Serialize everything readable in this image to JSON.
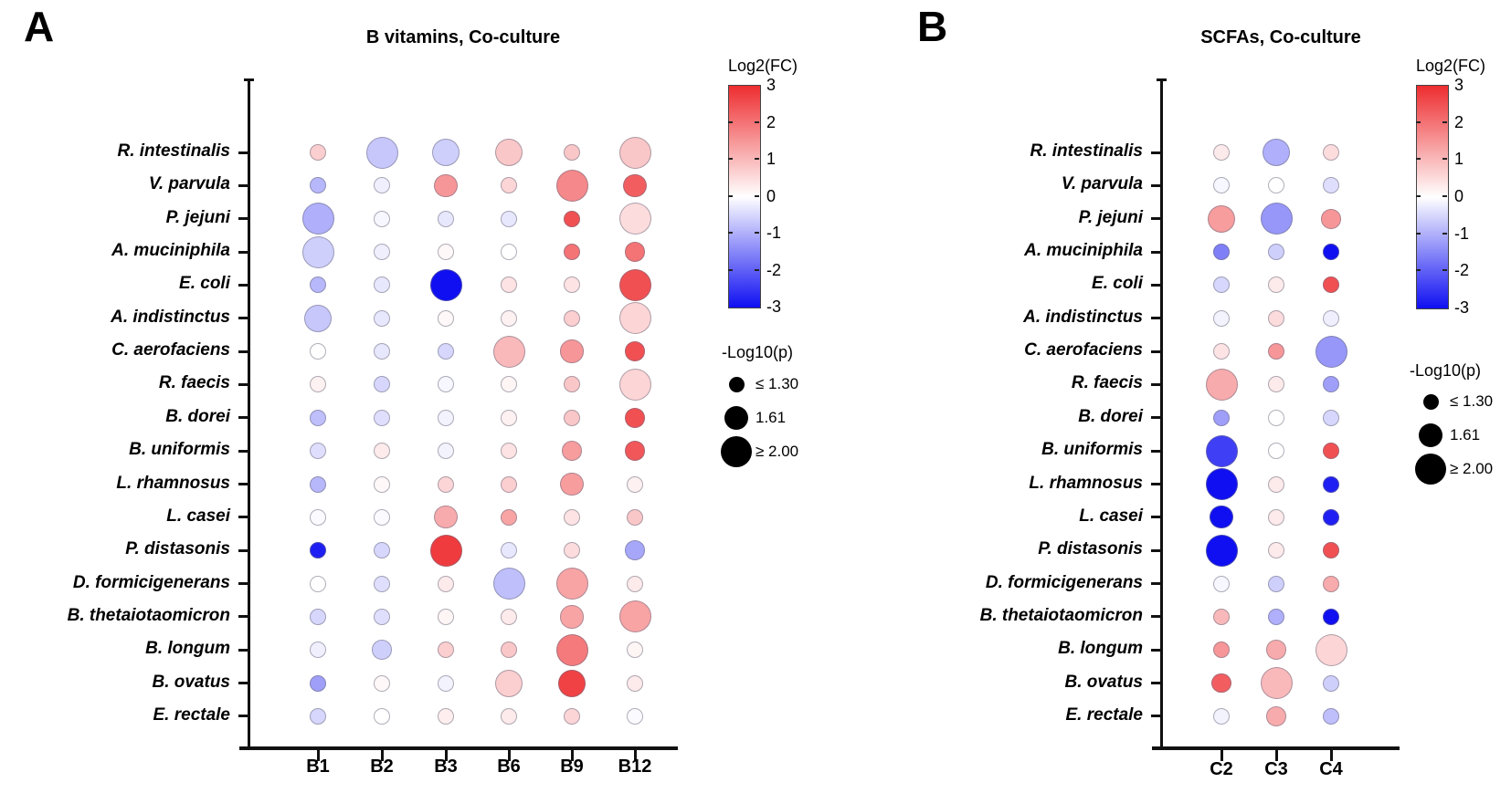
{
  "legend": {
    "color_title": "Log2(FC)",
    "color_ticks": [
      3,
      2,
      1,
      0,
      -1,
      -2,
      -3
    ],
    "color_max_hex": "#ee2d30",
    "color_mid_hex": "#ffffff",
    "color_min_hex": "#0f0ff2",
    "size_title": "-Log10(p)",
    "size_labels": [
      "≤  1.30",
      "1.61",
      "≥  2.00"
    ],
    "size_values": [
      1.3,
      1.61,
      2.0
    ]
  },
  "chart_data": [
    {
      "panel_label": "A",
      "type": "bubble",
      "title": "B vitamins, Co-culture",
      "color_encodes": "Log2(FC)",
      "size_encodes": "-Log10(p)",
      "x_categories": [
        "B1",
        "B2",
        "B3",
        "B6",
        "B9",
        "B12"
      ],
      "y_categories": [
        "R. intestinalis",
        "V. parvula",
        "P. jejuni",
        "A. muciniphila",
        "E. coli",
        "A. indistinctus",
        "C. aerofaciens",
        "R. faecis",
        "B. dorei",
        "B. uniformis",
        "L. rhamnosus",
        "L. casei",
        "P. distasonis",
        "D. formicigenerans",
        "B. thetaiotaomicron",
        "B. longum",
        "B. ovatus",
        "E. rectale"
      ],
      "cells_format": [
        "log2fc",
        "neg_log10_p"
      ],
      "cells": [
        [
          [
            0.7,
            1.3
          ],
          [
            -0.7,
            2.0
          ],
          [
            -0.6,
            1.8
          ],
          [
            0.8,
            1.8
          ],
          [
            0.8,
            1.3
          ],
          [
            0.8,
            2.0
          ]
        ],
        [
          [
            -0.9,
            1.3
          ],
          [
            -0.2,
            1.3
          ],
          [
            1.5,
            1.6
          ],
          [
            0.6,
            1.3
          ],
          [
            1.7,
            2.0
          ],
          [
            2.3,
            1.6
          ]
        ],
        [
          [
            -1.0,
            2.0
          ],
          [
            -0.1,
            1.3
          ],
          [
            -0.3,
            1.3
          ],
          [
            -0.3,
            1.3
          ],
          [
            2.5,
            1.3
          ],
          [
            0.5,
            2.0
          ]
        ],
        [
          [
            -0.6,
            2.0
          ],
          [
            -0.2,
            1.3
          ],
          [
            0.1,
            1.3
          ],
          [
            0.0,
            1.3
          ],
          [
            2.0,
            1.3
          ],
          [
            2.0,
            1.45
          ]
        ],
        [
          [
            -0.9,
            1.3
          ],
          [
            -0.3,
            1.3
          ],
          [
            -3.0,
            2.0
          ],
          [
            0.4,
            1.3
          ],
          [
            0.4,
            1.3
          ],
          [
            2.5,
            2.0
          ]
        ],
        [
          [
            -0.7,
            1.8
          ],
          [
            -0.3,
            1.3
          ],
          [
            0.1,
            1.3
          ],
          [
            0.2,
            1.3
          ],
          [
            0.7,
            1.3
          ],
          [
            0.6,
            2.0
          ]
        ],
        [
          [
            0.0,
            1.3
          ],
          [
            -0.3,
            1.3
          ],
          [
            -0.5,
            1.3
          ],
          [
            1.0,
            2.0
          ],
          [
            1.5,
            1.6
          ],
          [
            2.5,
            1.45
          ]
        ],
        [
          [
            0.2,
            1.3
          ],
          [
            -0.5,
            1.3
          ],
          [
            -0.1,
            1.3
          ],
          [
            0.15,
            1.3
          ],
          [
            0.8,
            1.3
          ],
          [
            0.6,
            2.0
          ]
        ],
        [
          [
            -0.8,
            1.3
          ],
          [
            -0.4,
            1.3
          ],
          [
            -0.15,
            1.3
          ],
          [
            0.2,
            1.3
          ],
          [
            0.8,
            1.3
          ],
          [
            2.5,
            1.45
          ]
        ],
        [
          [
            -0.4,
            1.3
          ],
          [
            0.3,
            1.3
          ],
          [
            -0.15,
            1.3
          ],
          [
            0.4,
            1.3
          ],
          [
            1.4,
            1.45
          ],
          [
            2.4,
            1.45
          ]
        ],
        [
          [
            -0.9,
            1.3
          ],
          [
            0.1,
            1.3
          ],
          [
            0.6,
            1.3
          ],
          [
            0.7,
            1.3
          ],
          [
            1.4,
            1.6
          ],
          [
            0.2,
            1.3
          ]
        ],
        [
          [
            -0.05,
            1.3
          ],
          [
            -0.05,
            1.3
          ],
          [
            1.2,
            1.6
          ],
          [
            1.3,
            1.3
          ],
          [
            0.4,
            1.3
          ],
          [
            0.8,
            1.3
          ]
        ],
        [
          [
            -2.8,
            1.3
          ],
          [
            -0.5,
            1.3
          ],
          [
            2.8,
            2.0
          ],
          [
            -0.3,
            1.3
          ],
          [
            0.5,
            1.3
          ],
          [
            -1.1,
            1.45
          ]
        ],
        [
          [
            0.0,
            1.3
          ],
          [
            -0.4,
            1.3
          ],
          [
            0.3,
            1.3
          ],
          [
            -0.8,
            2.0
          ],
          [
            1.3,
            2.0
          ],
          [
            0.3,
            1.3
          ]
        ],
        [
          [
            -0.5,
            1.3
          ],
          [
            -0.4,
            1.3
          ],
          [
            0.15,
            1.3
          ],
          [
            0.3,
            1.3
          ],
          [
            1.3,
            1.6
          ],
          [
            1.3,
            2.0
          ]
        ],
        [
          [
            -0.2,
            1.3
          ],
          [
            -0.6,
            1.45
          ],
          [
            0.7,
            1.3
          ],
          [
            0.8,
            1.3
          ],
          [
            1.9,
            2.0
          ],
          [
            0.15,
            1.3
          ]
        ],
        [
          [
            -1.2,
            1.3
          ],
          [
            0.1,
            1.3
          ],
          [
            -0.15,
            1.3
          ],
          [
            0.7,
            1.8
          ],
          [
            2.7,
            1.8
          ],
          [
            0.3,
            1.3
          ]
        ],
        [
          [
            -0.5,
            1.3
          ],
          [
            0.0,
            1.3
          ],
          [
            0.25,
            1.3
          ],
          [
            0.3,
            1.3
          ],
          [
            0.6,
            1.3
          ],
          [
            -0.05,
            1.3
          ]
        ]
      ]
    },
    {
      "panel_label": "B",
      "type": "bubble",
      "title": "SCFAs, Co-culture",
      "color_encodes": "Log2(FC)",
      "size_encodes": "-Log10(p)",
      "x_categories": [
        "C2",
        "C3",
        "C4"
      ],
      "y_categories": [
        "R. intestinalis",
        "V. parvula",
        "P. jejuni",
        "A. muciniphila",
        "E. coli",
        "A. indistinctus",
        "C. aerofaciens",
        "R. faecis",
        "B. dorei",
        "B. uniformis",
        "L. rhamnosus",
        "L. casei",
        "P. distasonis",
        "D. formicigenerans",
        "B. thetaiotaomicron",
        "B. longum",
        "B. ovatus",
        "E. rectale"
      ],
      "cells_format": [
        "log2fc",
        "neg_log10_p"
      ],
      "cells": [
        [
          [
            0.3,
            1.3
          ],
          [
            -1.0,
            1.8
          ],
          [
            0.5,
            1.3
          ]
        ],
        [
          [
            -0.1,
            1.3
          ],
          [
            0.0,
            1.3
          ],
          [
            -0.4,
            1.3
          ]
        ],
        [
          [
            1.4,
            1.8
          ],
          [
            -1.3,
            2.0
          ],
          [
            1.5,
            1.45
          ]
        ],
        [
          [
            -1.6,
            1.3
          ],
          [
            -0.6,
            1.3
          ],
          [
            -3.0,
            1.3
          ]
        ],
        [
          [
            -0.5,
            1.3
          ],
          [
            0.3,
            1.3
          ],
          [
            2.5,
            1.3
          ]
        ],
        [
          [
            -0.15,
            1.3
          ],
          [
            0.5,
            1.3
          ],
          [
            -0.2,
            1.3
          ]
        ],
        [
          [
            0.4,
            1.3
          ],
          [
            1.5,
            1.3
          ],
          [
            -1.3,
            2.0
          ]
        ],
        [
          [
            1.2,
            2.0
          ],
          [
            0.3,
            1.3
          ],
          [
            -1.2,
            1.3
          ]
        ],
        [
          [
            -1.2,
            1.3
          ],
          [
            0.0,
            1.3
          ],
          [
            -0.5,
            1.3
          ]
        ],
        [
          [
            -2.4,
            2.0
          ],
          [
            0.0,
            1.3
          ],
          [
            2.5,
            1.3
          ]
        ],
        [
          [
            -3.0,
            2.0
          ],
          [
            0.3,
            1.3
          ],
          [
            -2.8,
            1.3
          ]
        ],
        [
          [
            -3.0,
            1.6
          ],
          [
            0.3,
            1.3
          ],
          [
            -2.8,
            1.3
          ]
        ],
        [
          [
            -3.0,
            2.0
          ],
          [
            0.3,
            1.3
          ],
          [
            2.5,
            1.3
          ]
        ],
        [
          [
            -0.1,
            1.3
          ],
          [
            -0.6,
            1.3
          ],
          [
            1.2,
            1.3
          ]
        ],
        [
          [
            1.0,
            1.3
          ],
          [
            -1.0,
            1.3
          ],
          [
            -3.0,
            1.3
          ]
        ],
        [
          [
            1.5,
            1.3
          ],
          [
            1.2,
            1.45
          ],
          [
            0.6,
            2.0
          ]
        ],
        [
          [
            2.3,
            1.45
          ],
          [
            1.0,
            2.0
          ],
          [
            -0.6,
            1.3
          ]
        ],
        [
          [
            -0.15,
            1.3
          ],
          [
            1.2,
            1.45
          ],
          [
            -0.8,
            1.3
          ]
        ]
      ]
    }
  ]
}
